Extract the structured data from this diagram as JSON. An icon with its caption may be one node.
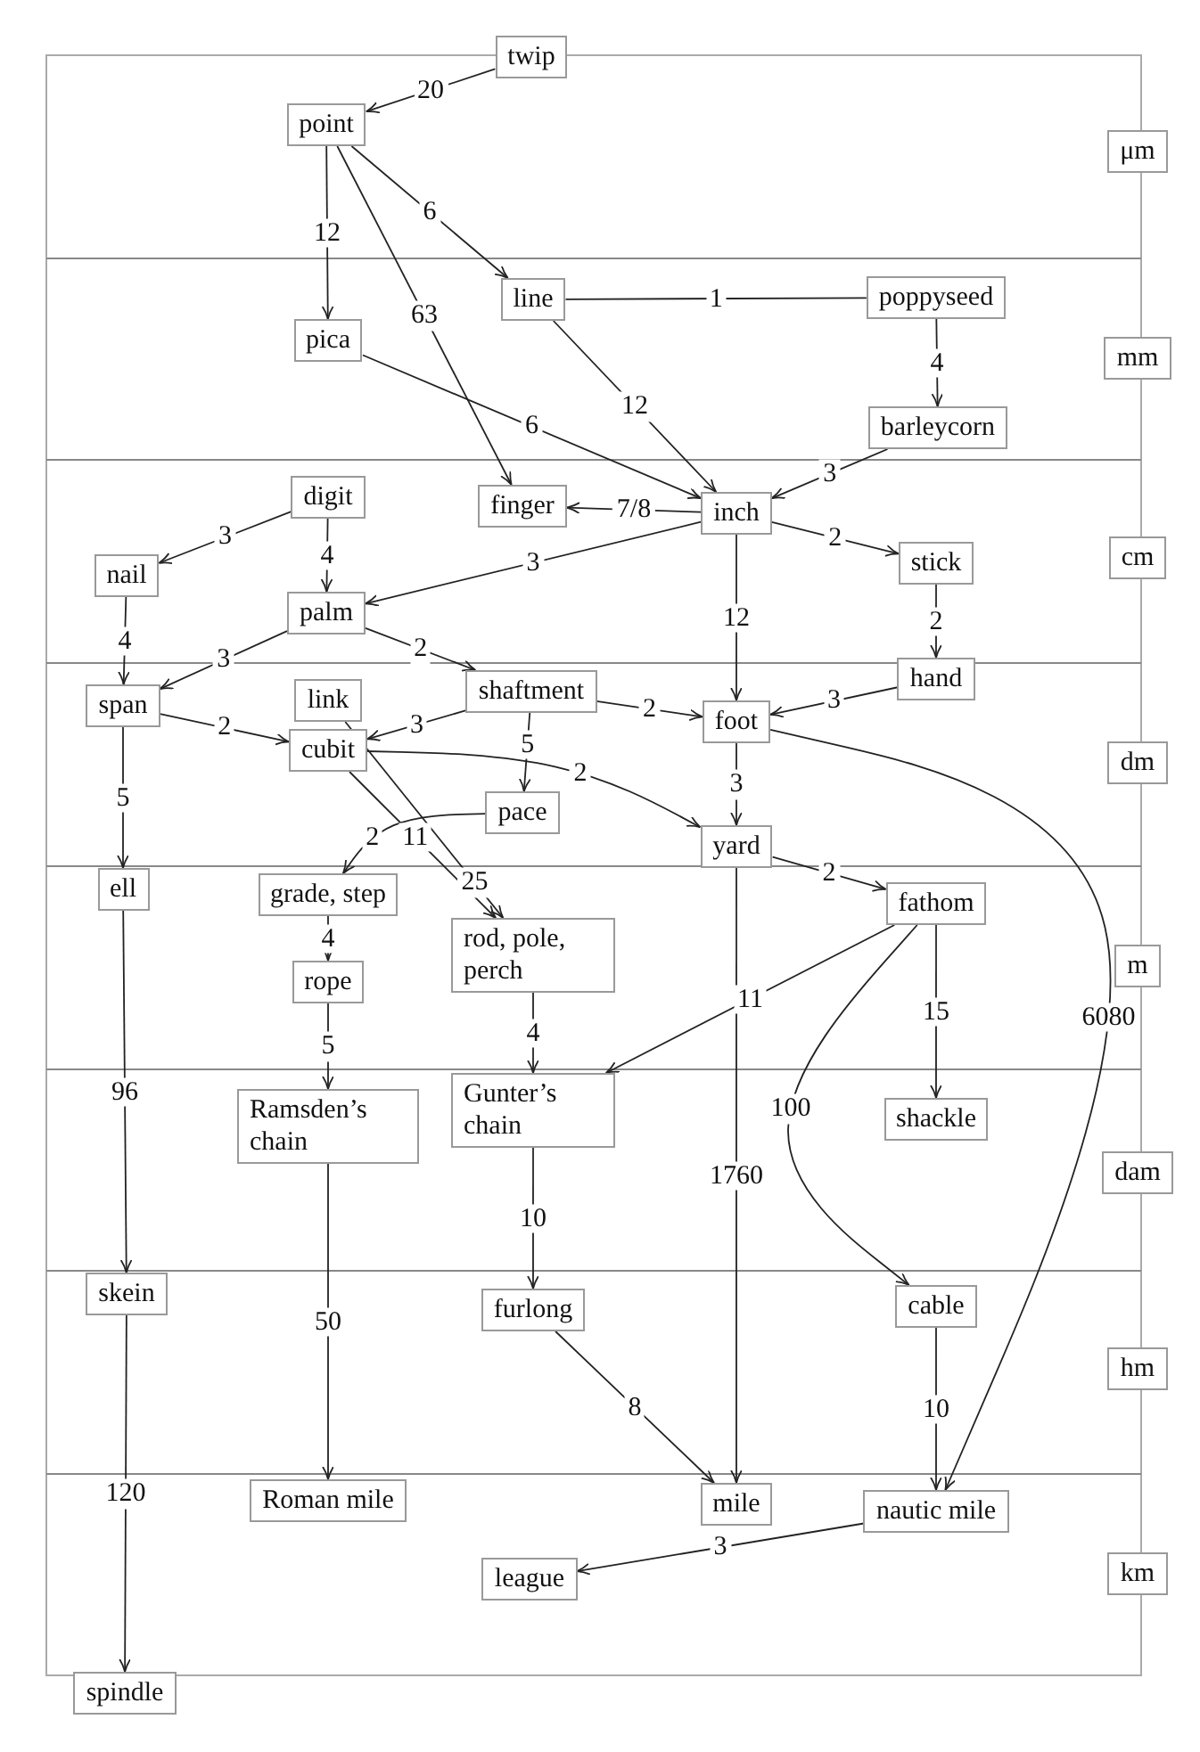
{
  "diagram": {
    "nodes": [
      {
        "text": [
          "twip"
        ]
      },
      {
        "text": [
          "point"
        ]
      },
      {
        "text": [
          "μm"
        ]
      },
      {
        "text": [
          "line"
        ]
      },
      {
        "text": [
          "poppyseed"
        ]
      },
      {
        "text": [
          "pica"
        ]
      },
      {
        "text": [
          "mm"
        ]
      },
      {
        "text": [
          "barleycorn"
        ]
      },
      {
        "text": [
          "digit"
        ]
      },
      {
        "text": [
          "finger"
        ]
      },
      {
        "text": [
          "inch"
        ]
      },
      {
        "text": [
          "nail"
        ]
      },
      {
        "text": [
          "stick"
        ]
      },
      {
        "text": [
          "cm"
        ]
      },
      {
        "text": [
          "palm"
        ]
      },
      {
        "text": [
          "span"
        ]
      },
      {
        "text": [
          "link"
        ]
      },
      {
        "text": [
          "shaftment"
        ]
      },
      {
        "text": [
          "hand"
        ]
      },
      {
        "text": [
          "foot"
        ]
      },
      {
        "text": [
          "cubit"
        ]
      },
      {
        "text": [
          "dm"
        ]
      },
      {
        "text": [
          "pace"
        ]
      },
      {
        "text": [
          "yard"
        ]
      },
      {
        "text": [
          "ell"
        ]
      },
      {
        "text": [
          "grade, step"
        ]
      },
      {
        "text": [
          "fathom"
        ]
      },
      {
        "text": [
          "rod, pole, perch"
        ]
      },
      {
        "text": [
          "m"
        ]
      },
      {
        "text": [
          "rope"
        ]
      },
      {
        "text": [
          "Ramsden’s chain"
        ]
      },
      {
        "text": [
          "Gunter’s chain"
        ]
      },
      {
        "text": [
          "shackle"
        ]
      },
      {
        "text": [
          "dam"
        ]
      },
      {
        "text": [
          "skein"
        ]
      },
      {
        "text": [
          "furlong"
        ]
      },
      {
        "text": [
          "cable"
        ]
      },
      {
        "text": [
          "hm"
        ]
      },
      {
        "text": [
          "Roman mile"
        ]
      },
      {
        "text": [
          "mile"
        ]
      },
      {
        "text": [
          "nautic mile"
        ]
      },
      {
        "text": [
          "league"
        ]
      },
      {
        "text": [
          "km"
        ]
      },
      {
        "text": [
          "spindle"
        ]
      }
    ],
    "edges": [
      {
        "from": 0,
        "to": 1,
        "arrow": "to",
        "label": "20"
      },
      {
        "from": 1,
        "to": 5,
        "arrow": "to",
        "label": "12"
      },
      {
        "from": 1,
        "to": 3,
        "arrow": "to",
        "label": "6"
      },
      {
        "from": 1,
        "to": 9,
        "arrow": "to",
        "label": "63"
      },
      {
        "from": 3,
        "to": 4,
        "arrow": "none",
        "label": "1"
      },
      {
        "from": 4,
        "to": 7,
        "arrow": "to",
        "label": "4"
      },
      {
        "from": 5,
        "to": 10,
        "arrow": "to",
        "label": "6"
      },
      {
        "from": 3,
        "to": 10,
        "arrow": "to",
        "label": "12"
      },
      {
        "from": 7,
        "to": 10,
        "arrow": "to",
        "label": "3"
      },
      {
        "from": 10,
        "to": 9,
        "arrow": "to",
        "label": "7/8"
      },
      {
        "from": 8,
        "to": 11,
        "arrow": "to",
        "label": "3"
      },
      {
        "from": 8,
        "to": 14,
        "arrow": "to",
        "label": "4"
      },
      {
        "from": 10,
        "to": 14,
        "arrow": "to",
        "label": "3"
      },
      {
        "from": 10,
        "to": 12,
        "arrow": "to",
        "label": "2"
      },
      {
        "from": 10,
        "to": 19,
        "arrow": "to",
        "label": "12"
      },
      {
        "from": 12,
        "to": 18,
        "arrow": "to",
        "label": "2"
      },
      {
        "from": 11,
        "to": 15,
        "arrow": "to",
        "label": "4"
      },
      {
        "from": 14,
        "to": 15,
        "arrow": "to",
        "label": "3"
      },
      {
        "from": 14,
        "to": 17,
        "arrow": "to",
        "label": "2"
      },
      {
        "from": 15,
        "to": 20,
        "arrow": "to",
        "label": "2"
      },
      {
        "from": 17,
        "to": 20,
        "arrow": "to",
        "label": "3"
      },
      {
        "from": 17,
        "to": 19,
        "arrow": "to",
        "label": "2"
      },
      {
        "from": 18,
        "to": 19,
        "arrow": "to",
        "label": "3"
      },
      {
        "from": 15,
        "to": 24,
        "arrow": "to",
        "label": "5"
      },
      {
        "from": 17,
        "to": 22,
        "arrow": "to",
        "label": "5"
      },
      {
        "from": 20,
        "to": 23,
        "arrow": "to",
        "label": "2"
      },
      {
        "from": 19,
        "to": 23,
        "arrow": "to",
        "label": "3"
      },
      {
        "from": 22,
        "to": 25,
        "arrow": "to",
        "label": "2"
      },
      {
        "from": 20,
        "to": 27,
        "arrow": "to",
        "label": "11"
      },
      {
        "from": 16,
        "to": 27,
        "arrow": "to",
        "label": "25"
      },
      {
        "from": 23,
        "to": 26,
        "arrow": "to",
        "label": "2"
      },
      {
        "from": 23,
        "to": 39,
        "arrow": "to",
        "label": "1760"
      },
      {
        "from": 19,
        "to": 40,
        "arrow": "to",
        "label": "6080"
      },
      {
        "from": 25,
        "to": 29,
        "arrow": "to",
        "label": "4"
      },
      {
        "from": 27,
        "to": 31,
        "arrow": "to",
        "label": "4"
      },
      {
        "from": 26,
        "to": 31,
        "arrow": "to",
        "label": "11"
      },
      {
        "from": 26,
        "to": 32,
        "arrow": "to",
        "label": "15"
      },
      {
        "from": 26,
        "to": 36,
        "arrow": "to",
        "label": "100"
      },
      {
        "from": 29,
        "to": 30,
        "arrow": "to",
        "label": "5"
      },
      {
        "from": 24,
        "to": 34,
        "arrow": "to",
        "label": "96"
      },
      {
        "from": 31,
        "to": 35,
        "arrow": "to",
        "label": "10"
      },
      {
        "from": 30,
        "to": 38,
        "arrow": "to",
        "label": "50"
      },
      {
        "from": 35,
        "to": 39,
        "arrow": "to",
        "label": "8"
      },
      {
        "from": 36,
        "to": 40,
        "arrow": "to",
        "label": "10"
      },
      {
        "from": 34,
        "to": 43,
        "arrow": "to",
        "label": "120"
      },
      {
        "from": 40,
        "to": 41,
        "arrow": "to",
        "label": "3"
      }
    ]
  }
}
